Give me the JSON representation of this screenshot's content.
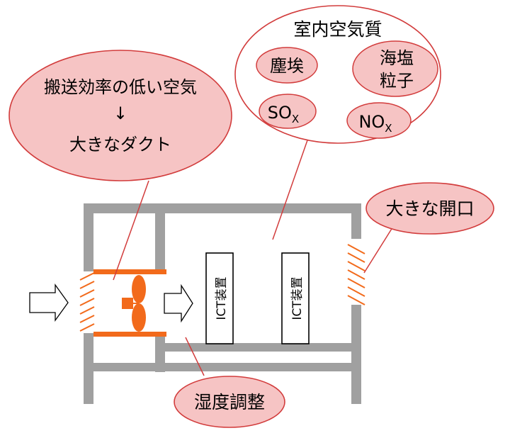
{
  "indoor_air": {
    "title": "室内空気質",
    "pollutants": [
      {
        "label": "塵埃"
      },
      {
        "label_line1": "海塩",
        "label_line2": "粒子"
      },
      {
        "label": "SO",
        "sub": "X"
      },
      {
        "label": "NO",
        "sub": "X"
      }
    ]
  },
  "callouts": {
    "low_efficiency": {
      "line1": "搬送効率の低い空気",
      "arrow": "↓",
      "line2": "大きなダクト"
    },
    "large_opening": "大きな開口",
    "humidity": "湿度調整"
  },
  "devices": [
    {
      "label": "ICT装置"
    },
    {
      "label": "ICT装置"
    }
  ],
  "colors": {
    "balloon_fill": "#f6c4c4",
    "balloon_stroke": "#d23c3c",
    "wall": "#a0a0a0",
    "accent": "#f26a1b"
  }
}
